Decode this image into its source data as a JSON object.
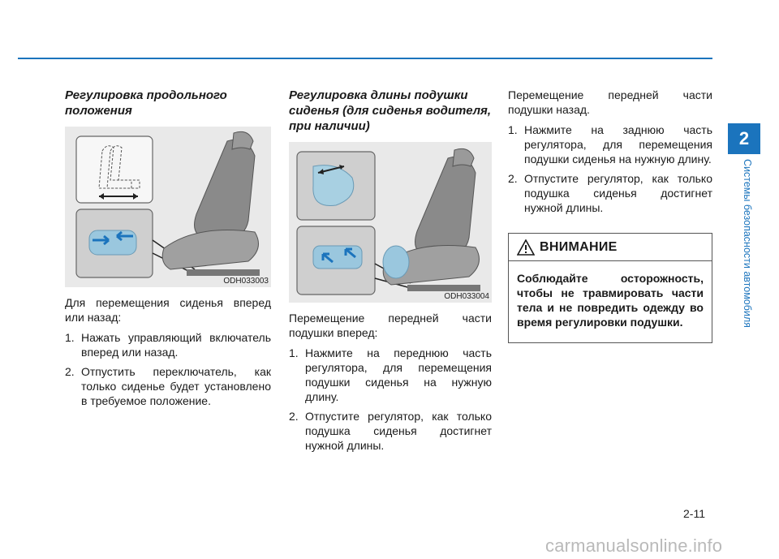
{
  "section_tab": {
    "number": "2",
    "label": "Системы безопасности автомобиля"
  },
  "col1": {
    "heading": "Регулировка продольного положения",
    "figure_code": "ODH033003",
    "intro": "Для перемещения сиденья вперед или назад:",
    "steps": [
      {
        "num": "1.",
        "text": "Нажать управляющий включатель вперед или назад."
      },
      {
        "num": "2.",
        "text": "Отпустить переключатель, как только сиденье будет установлено в требуемое положение."
      }
    ]
  },
  "col2": {
    "heading": "Регулировка длины подушки сиденья (для сиденья водителя, при наличии)",
    "figure_code": "ODH033004",
    "intro": "Перемещение передней части подушки вперед:",
    "steps": [
      {
        "num": "1.",
        "text": "Нажмите на переднюю часть регулятора, для перемещения подушки сиденья на нужную длину."
      },
      {
        "num": "2.",
        "text": "Отпустите регулятор, как только подушка сиденья достигнет нужной длины."
      }
    ]
  },
  "col3": {
    "intro": "Перемещение передней части подушки назад.",
    "steps": [
      {
        "num": "1.",
        "text": "Нажмите на заднюю часть регулятора, для перемещения подушки сиденья на нужную длину."
      },
      {
        "num": "2.",
        "text": "Отпустите регулятор, как только подушка сиденья достигнет нужной длины."
      }
    ],
    "caution": {
      "title": "ВНИМАНИЕ",
      "text": "Соблюдайте осторожность, чтобы не травмировать части тела и не повредить одежду во время регулировки подушки."
    }
  },
  "page_number": "2-11",
  "watermark": "carmanualsonline.info",
  "colors": {
    "accent": "#1b74bd"
  }
}
